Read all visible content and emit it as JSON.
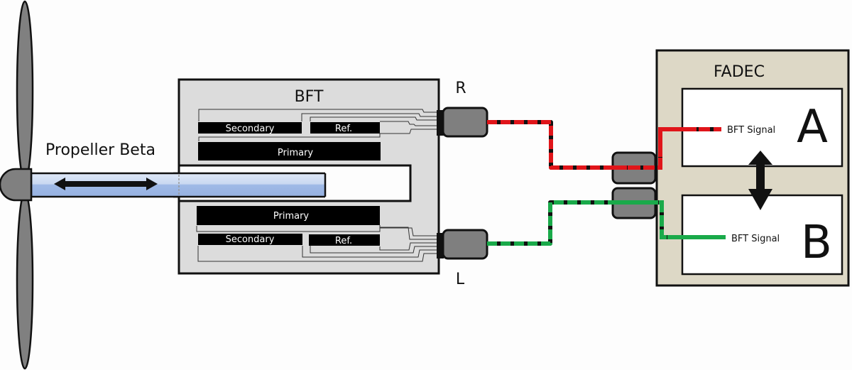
{
  "diagram": {
    "propeller": {
      "label": "Propeller Beta"
    },
    "bft": {
      "title": "BFT",
      "upper_windings": {
        "secondary": "Secondary",
        "ref": "Ref.",
        "primary": "Primary"
      },
      "lower_windings": {
        "primary": "Primary",
        "secondary": "Secondary",
        "ref": "Ref."
      }
    },
    "connectors": {
      "right_label": "R",
      "left_label": "L"
    },
    "fadec": {
      "title": "FADEC",
      "channel_a": {
        "letter": "A",
        "signal_label": "BFT Signal"
      },
      "channel_b": {
        "letter": "B",
        "signal_label": "BFT Signal"
      }
    },
    "colors": {
      "signal_r": "#e0151a",
      "signal_l": "#1aaa4a",
      "bft_fill": "#dcdcdc",
      "fadec_fill": "#ddd8c6",
      "connector_fill": "#7f7f7f",
      "shaft_fill": "#a9c2e8"
    }
  }
}
